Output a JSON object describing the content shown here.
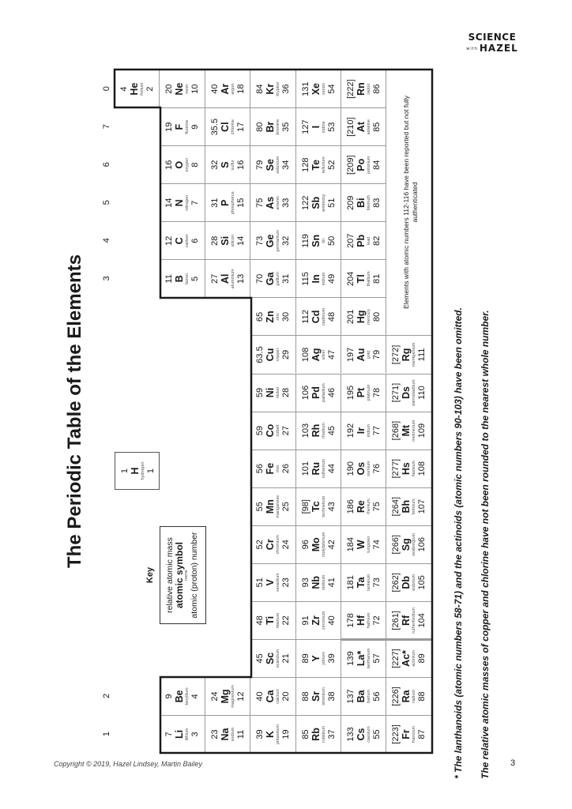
{
  "title": "The Periodic Table of the Elements",
  "group_labels": [
    "1",
    "2",
    "3",
    "4",
    "5",
    "6",
    "7",
    "0"
  ],
  "key": {
    "label": "Key",
    "mass": "relative atomic mass",
    "symbol": "atomic symbol",
    "name": "name",
    "number": "atomic (proton) number"
  },
  "hydrogen": {
    "mass": "1",
    "symbol": "H",
    "name": "hydrogen",
    "z": "1"
  },
  "elements": [
    {
      "z": "2",
      "symbol": "He",
      "name": "helium",
      "mass": "4"
    },
    {
      "z": "3",
      "symbol": "Li",
      "name": "lithium",
      "mass": "7"
    },
    {
      "z": "4",
      "symbol": "Be",
      "name": "beryllium",
      "mass": "9"
    },
    {
      "z": "5",
      "symbol": "B",
      "name": "boron",
      "mass": "11"
    },
    {
      "z": "6",
      "symbol": "C",
      "name": "carbon",
      "mass": "12"
    },
    {
      "z": "7",
      "symbol": "N",
      "name": "nitrogen",
      "mass": "14"
    },
    {
      "z": "8",
      "symbol": "O",
      "name": "oxygen",
      "mass": "16"
    },
    {
      "z": "9",
      "symbol": "F",
      "name": "fluorine",
      "mass": "19"
    },
    {
      "z": "10",
      "symbol": "Ne",
      "name": "neon",
      "mass": "20"
    },
    {
      "z": "11",
      "symbol": "Na",
      "name": "sodium",
      "mass": "23"
    },
    {
      "z": "12",
      "symbol": "Mg",
      "name": "magnesium",
      "mass": "24"
    },
    {
      "z": "13",
      "symbol": "Al",
      "name": "aluminium",
      "mass": "27"
    },
    {
      "z": "14",
      "symbol": "Si",
      "name": "silicon",
      "mass": "28"
    },
    {
      "z": "15",
      "symbol": "P",
      "name": "phosphorus",
      "mass": "31"
    },
    {
      "z": "16",
      "symbol": "S",
      "name": "sulfur",
      "mass": "32"
    },
    {
      "z": "17",
      "symbol": "Cl",
      "name": "chlorine",
      "mass": "35.5"
    },
    {
      "z": "18",
      "symbol": "Ar",
      "name": "argon",
      "mass": "40"
    },
    {
      "z": "19",
      "symbol": "K",
      "name": "potassium",
      "mass": "39"
    },
    {
      "z": "20",
      "symbol": "Ca",
      "name": "calcium",
      "mass": "40"
    },
    {
      "z": "21",
      "symbol": "Sc",
      "name": "scandium",
      "mass": "45"
    },
    {
      "z": "22",
      "symbol": "Ti",
      "name": "titanium",
      "mass": "48"
    },
    {
      "z": "23",
      "symbol": "V",
      "name": "vanadium",
      "mass": "51"
    },
    {
      "z": "24",
      "symbol": "Cr",
      "name": "chromium",
      "mass": "52"
    },
    {
      "z": "25",
      "symbol": "Mn",
      "name": "manganese",
      "mass": "55"
    },
    {
      "z": "26",
      "symbol": "Fe",
      "name": "iron",
      "mass": "56"
    },
    {
      "z": "27",
      "symbol": "Co",
      "name": "cobalt",
      "mass": "59"
    },
    {
      "z": "28",
      "symbol": "Ni",
      "name": "nickel",
      "mass": "59"
    },
    {
      "z": "29",
      "symbol": "Cu",
      "name": "copper",
      "mass": "63.5"
    },
    {
      "z": "30",
      "symbol": "Zn",
      "name": "zinc",
      "mass": "65"
    },
    {
      "z": "31",
      "symbol": "Ga",
      "name": "gallium",
      "mass": "70"
    },
    {
      "z": "32",
      "symbol": "Ge",
      "name": "germanium",
      "mass": "73"
    },
    {
      "z": "33",
      "symbol": "As",
      "name": "arsenic",
      "mass": "75"
    },
    {
      "z": "34",
      "symbol": "Se",
      "name": "selenium",
      "mass": "79"
    },
    {
      "z": "35",
      "symbol": "Br",
      "name": "bromine",
      "mass": "80"
    },
    {
      "z": "36",
      "symbol": "Kr",
      "name": "krypton",
      "mass": "84"
    },
    {
      "z": "37",
      "symbol": "Rb",
      "name": "rubidium",
      "mass": "85"
    },
    {
      "z": "38",
      "symbol": "Sr",
      "name": "strontium",
      "mass": "88"
    },
    {
      "z": "39",
      "symbol": "Y",
      "name": "yttrium",
      "mass": "89"
    },
    {
      "z": "40",
      "symbol": "Zr",
      "name": "zirconium",
      "mass": "91"
    },
    {
      "z": "41",
      "symbol": "Nb",
      "name": "niobium",
      "mass": "93"
    },
    {
      "z": "42",
      "symbol": "Mo",
      "name": "molybdenum",
      "mass": "96"
    },
    {
      "z": "43",
      "symbol": "Tc",
      "name": "technetium",
      "mass": "[98]"
    },
    {
      "z": "44",
      "symbol": "Ru",
      "name": "ruthenium",
      "mass": "101"
    },
    {
      "z": "45",
      "symbol": "Rh",
      "name": "rhodium",
      "mass": "103"
    },
    {
      "z": "46",
      "symbol": "Pd",
      "name": "palladium",
      "mass": "106"
    },
    {
      "z": "47",
      "symbol": "Ag",
      "name": "silver",
      "mass": "108"
    },
    {
      "z": "48",
      "symbol": "Cd",
      "name": "cadmium",
      "mass": "112"
    },
    {
      "z": "49",
      "symbol": "In",
      "name": "indium",
      "mass": "115"
    },
    {
      "z": "50",
      "symbol": "Sn",
      "name": "tin",
      "mass": "119"
    },
    {
      "z": "51",
      "symbol": "Sb",
      "name": "antimony",
      "mass": "122"
    },
    {
      "z": "52",
      "symbol": "Te",
      "name": "tellurium",
      "mass": "128"
    },
    {
      "z": "53",
      "symbol": "I",
      "name": "iodine",
      "mass": "127"
    },
    {
      "z": "54",
      "symbol": "Xe",
      "name": "xenon",
      "mass": "131"
    },
    {
      "z": "55",
      "symbol": "Cs",
      "name": "caesium",
      "mass": "133"
    },
    {
      "z": "56",
      "symbol": "Ba",
      "name": "barium",
      "mass": "137"
    },
    {
      "z": "57",
      "symbol": "La*",
      "name": "lanthanum",
      "mass": "139"
    },
    {
      "z": "72",
      "symbol": "Hf",
      "name": "hafnium",
      "mass": "178"
    },
    {
      "z": "73",
      "symbol": "Ta",
      "name": "tantalum",
      "mass": "181"
    },
    {
      "z": "74",
      "symbol": "W",
      "name": "tungsten",
      "mass": "184"
    },
    {
      "z": "75",
      "symbol": "Re",
      "name": "rhenium",
      "mass": "186"
    },
    {
      "z": "76",
      "symbol": "Os",
      "name": "osmium",
      "mass": "190"
    },
    {
      "z": "77",
      "symbol": "Ir",
      "name": "iridium",
      "mass": "192"
    },
    {
      "z": "78",
      "symbol": "Pt",
      "name": "platinum",
      "mass": "195"
    },
    {
      "z": "79",
      "symbol": "Au",
      "name": "gold",
      "mass": "197"
    },
    {
      "z": "80",
      "symbol": "Hg",
      "name": "mercury",
      "mass": "201"
    },
    {
      "z": "81",
      "symbol": "Tl",
      "name": "thallium",
      "mass": "204"
    },
    {
      "z": "82",
      "symbol": "Pb",
      "name": "lead",
      "mass": "207"
    },
    {
      "z": "83",
      "symbol": "Bi",
      "name": "bismuth",
      "mass": "209"
    },
    {
      "z": "84",
      "symbol": "Po",
      "name": "polonium",
      "mass": "[209]"
    },
    {
      "z": "85",
      "symbol": "At",
      "name": "astatine",
      "mass": "[210]"
    },
    {
      "z": "86",
      "symbol": "Rn",
      "name": "radon",
      "mass": "[222]"
    },
    {
      "z": "87",
      "symbol": "Fr",
      "name": "francium",
      "mass": "[223]"
    },
    {
      "z": "88",
      "symbol": "Ra",
      "name": "radium",
      "mass": "[226]"
    },
    {
      "z": "89",
      "symbol": "Ac*",
      "name": "actinium",
      "mass": "[227]"
    },
    {
      "z": "104",
      "symbol": "Rf",
      "name": "rutherfordium",
      "mass": "[261]"
    },
    {
      "z": "105",
      "symbol": "Db",
      "name": "dubnium",
      "mass": "[262]"
    },
    {
      "z": "106",
      "symbol": "Sg",
      "name": "seaborgium",
      "mass": "[266]"
    },
    {
      "z": "107",
      "symbol": "Bh",
      "name": "bohrium",
      "mass": "[264]"
    },
    {
      "z": "108",
      "symbol": "Hs",
      "name": "hassium",
      "mass": "[277]"
    },
    {
      "z": "109",
      "symbol": "Mt",
      "name": "meitnerium",
      "mass": "[268]"
    },
    {
      "z": "110",
      "symbol": "Ds",
      "name": "darmstadtium",
      "mass": "[271]"
    },
    {
      "z": "111",
      "symbol": "Rg",
      "name": "roentgenium",
      "mass": "[272]"
    }
  ],
  "note": "Elements with atomic numbers 112-116 have been reported but not fully authenticated",
  "footnotes": [
    "* The lanthanoids (atomic numbers 58-71) and the actinoids (atomic numbers 90-103) have been omitted.",
    "The relative atomic masses of copper and chlorine have not been rounded to the nearest whole number."
  ],
  "copyright": "Copyright © 2019, Hazel Lindsey, Martin Bailey",
  "page_number": "3",
  "logo": {
    "line1": "SCIENCE",
    "small": "with",
    "line2": "HAZEL"
  },
  "colors": {
    "text": "#1a1a1a",
    "grid": "#9a9a9a",
    "border": "#1a1a1a"
  }
}
